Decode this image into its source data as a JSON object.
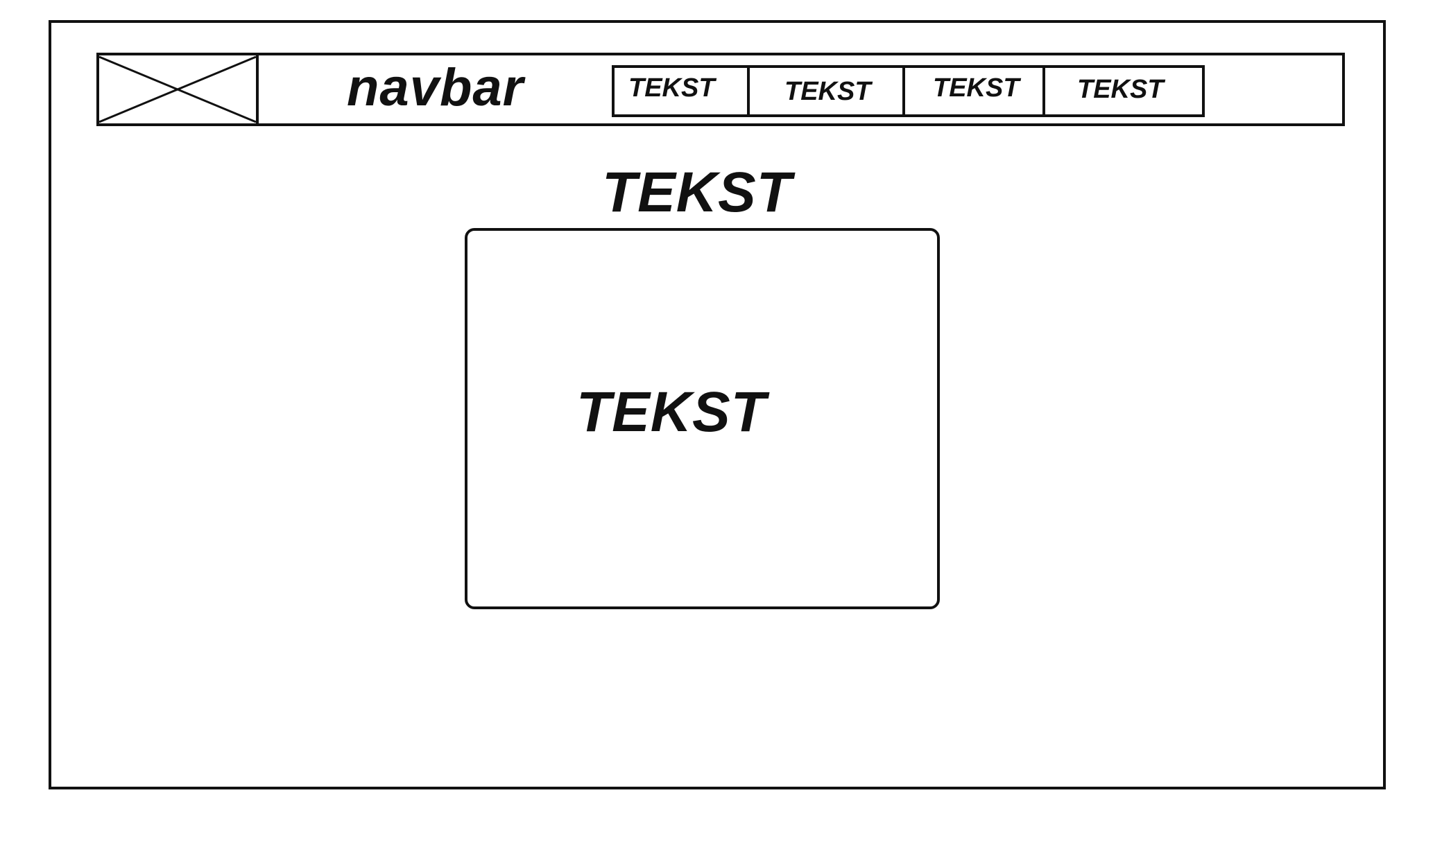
{
  "navbar": {
    "brand": "navbar",
    "logo_icon": "image-placeholder-icon",
    "items": [
      {
        "label": "TEKST"
      },
      {
        "label": "TEKST"
      },
      {
        "label": "TEKST"
      },
      {
        "label": "TEKST"
      }
    ]
  },
  "main": {
    "heading": "TEKST",
    "card": {
      "text": "TEKST"
    }
  }
}
